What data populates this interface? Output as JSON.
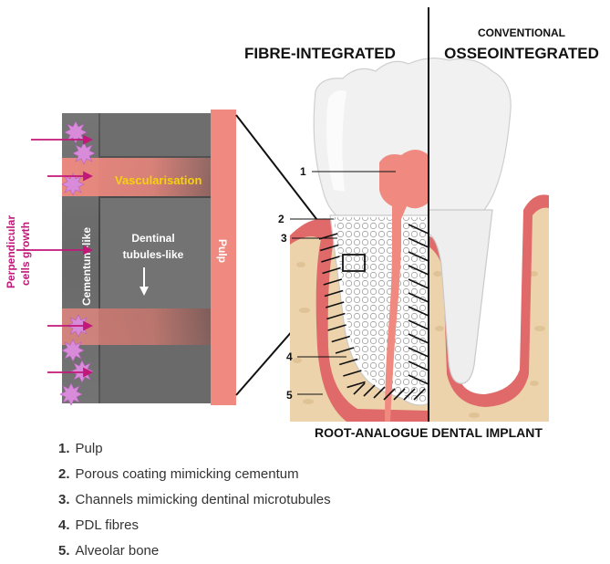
{
  "labels": {
    "fibre_integrated": "FIBRE-INTEGRATED",
    "conventional": "CONVENTIONAL",
    "osseointegrated": "OSSEOINTEGRATED",
    "root_analogue": "ROOT-ANALOGUE DENTAL IMPLANT",
    "perpendicular_line1": "Perpendicular",
    "perpendicular_line2": "cells growth",
    "cementum_like": "Cementum-like",
    "vascularisation": "Vascularisation",
    "dentinal_line1": "Dentinal",
    "dentinal_line2": "tubules-like",
    "pulp": "Pulp"
  },
  "markers": [
    "1",
    "2",
    "3",
    "4",
    "5"
  ],
  "legend": [
    {
      "num": "1.",
      "text": "Pulp"
    },
    {
      "num": "2.",
      "text": "Porous coating mimicking cementum"
    },
    {
      "num": "3.",
      "text": "Channels mimicking dentinal microtubules"
    },
    {
      "num": "4.",
      "text": "PDL fibres"
    },
    {
      "num": "5.",
      "text": "Alveolar bone"
    }
  ],
  "colors": {
    "magenta": "#c2187a",
    "pulp_pink": "#f08a80",
    "gum_pink": "#e06a6a",
    "bone_tan": "#ecd3ac",
    "yellow_text": "#f5d20a",
    "sem_gray": "#4a4a4a"
  }
}
